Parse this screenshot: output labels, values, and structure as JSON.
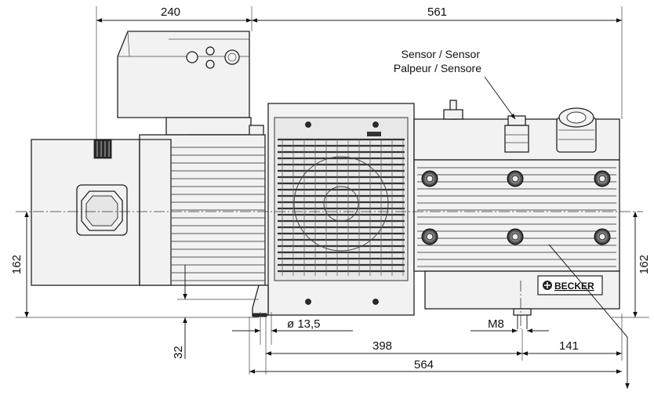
{
  "dimensions": {
    "top_left": "240",
    "top_right": "561",
    "left_height": "162",
    "right_height": "162",
    "foot_offset": "32",
    "hole": "ø 13,5",
    "thread": "M8",
    "bottom_mid": "398",
    "bottom_right": "141",
    "bottom_total": "564"
  },
  "sensor_label": {
    "line1": "Sensor / Sensor",
    "line2": "Palpeur / Sensore"
  },
  "brand_plate": {
    "text": "BECKER",
    "icon": "becker-logo-icon"
  }
}
